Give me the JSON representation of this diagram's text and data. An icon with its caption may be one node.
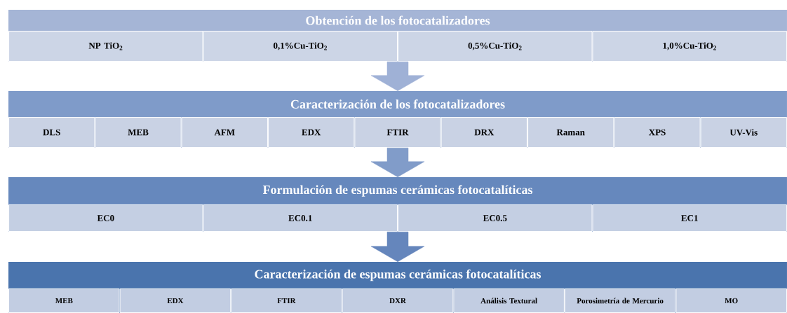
{
  "diagram": {
    "nodes": [
      {
        "text": [
          "Obtención de los fotocatalizadores"
        ]
      },
      {
        "text": [
          "NP TiO$_{2}$"
        ],
        "in": 0
      },
      {
        "text": [
          "0,1%Cu-TiO$_{2}$"
        ],
        "in": 0
      },
      {
        "text": [
          "0,5%Cu-TiO$_{2}$"
        ],
        "in": 0
      },
      {
        "text": [
          "1,0%Cu-TiO$_{2}$"
        ],
        "in": 0
      },
      {
        "text": [
          "Caracterización de los fotocatalizadores"
        ]
      },
      {
        "text": [
          "DLS"
        ],
        "in": 5
      },
      {
        "text": [
          "MEB"
        ],
        "in": 5
      },
      {
        "text": [
          "AFM"
        ],
        "in": 5
      },
      {
        "text": [
          "EDX"
        ],
        "in": 5
      },
      {
        "text": [
          "FTIR"
        ],
        "in": 5
      },
      {
        "text": [
          "DRX"
        ],
        "in": 5
      },
      {
        "text": [
          "Raman"
        ],
        "in": 5
      },
      {
        "text": [
          "XPS"
        ],
        "in": 5
      },
      {
        "text": [
          "UV-Vis"
        ],
        "in": 5
      },
      {
        "text": [
          "Formulación de espumas cerámicas fotocatalíticas"
        ]
      },
      {
        "text": [
          "EC0"
        ],
        "in": 15
      },
      {
        "text": [
          "EC0.1"
        ],
        "in": 15
      },
      {
        "text": [
          "EC0.5"
        ],
        "in": 15
      },
      {
        "text": [
          "EC1"
        ],
        "in": 15
      },
      {
        "text": [
          "Caracterización de espumas cerámicas fotocatalíticas"
        ]
      },
      {
        "text": [
          "MEB"
        ],
        "in": 20
      },
      {
        "text": [
          "EDX"
        ],
        "in": 20
      },
      {
        "text": [
          "FTIR"
        ],
        "in": 20
      },
      {
        "text": [
          "DXR"
        ],
        "in": 20
      },
      {
        "text": [
          "Análisis Textural"
        ],
        "in": 20
      },
      {
        "text": [
          "Porosimetría de Mercurio"
        ],
        "in": 20
      },
      {
        "text": [
          "MO"
        ],
        "in": 20
      }
    ],
    "edges": [
      {
        "from": 0,
        "to": 5,
        "arrow": "to",
        "style": "thick",
        "color": "#9fb1d6"
      },
      {
        "from": 5,
        "to": 15,
        "arrow": "to",
        "style": "thick",
        "color": "#819cc9"
      },
      {
        "from": 15,
        "to": 20,
        "arrow": "to",
        "style": "thick",
        "color": "#6586bc"
      }
    ]
  }
}
